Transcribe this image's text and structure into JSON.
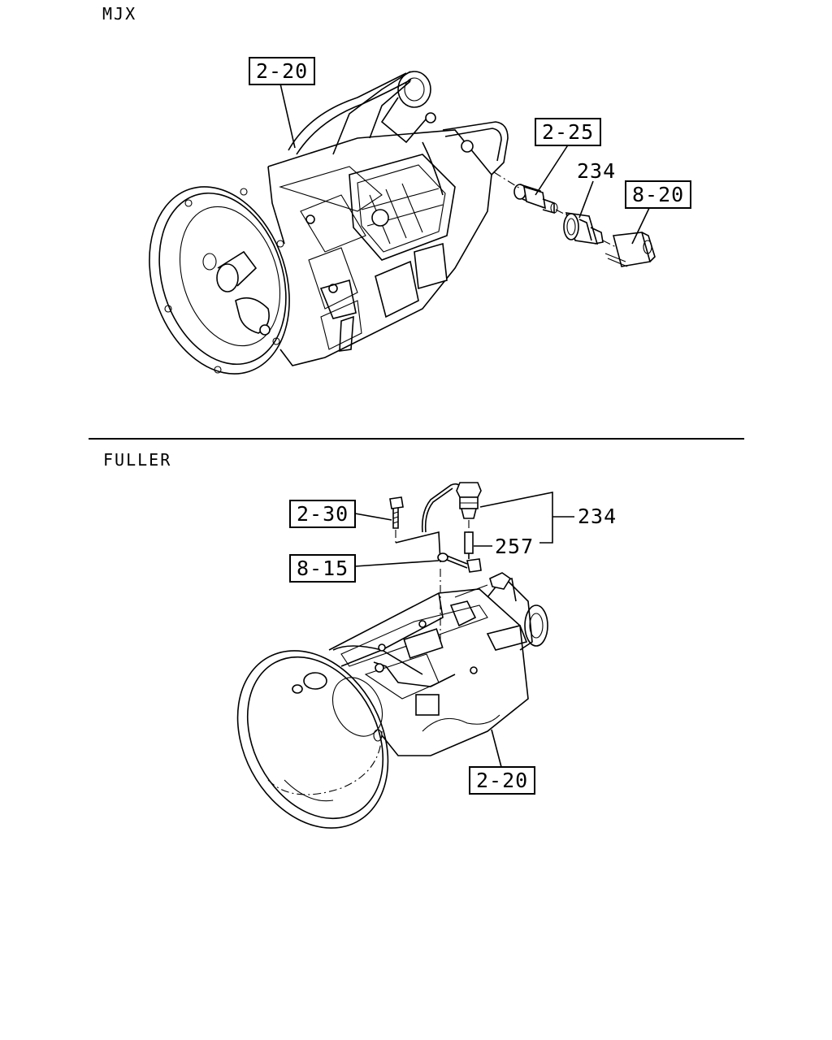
{
  "sections": {
    "top_title": "MJX",
    "bottom_title": "FULLER"
  },
  "callouts": {
    "mjx_transmission": "2-20",
    "mjx_adapter": "2-25",
    "mjx_switch": "234",
    "mjx_connector": "8-20",
    "fuller_bolt": "2-30",
    "fuller_clip": "8-15",
    "fuller_switch": "234",
    "fuller_harness": "257",
    "fuller_transmission": "2-20"
  }
}
